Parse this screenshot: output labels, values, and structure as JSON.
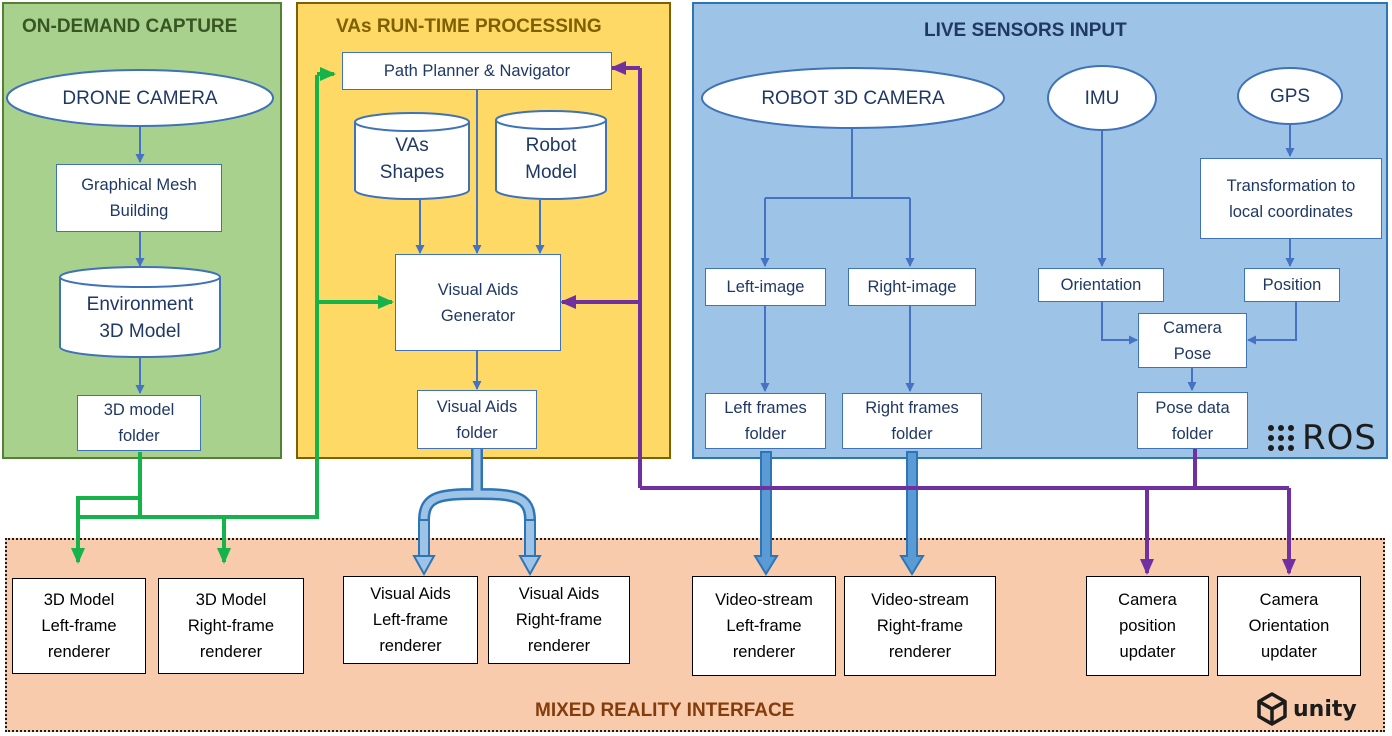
{
  "panels": {
    "on_demand": {
      "title": "ON-DEMAND CAPTURE",
      "fill": "#a9d18e",
      "stroke": "#548235",
      "title_color": "#375623"
    },
    "vas_runtime": {
      "title": "VAs RUN-TIME  PROCESSING",
      "fill": "#ffd966",
      "stroke": "#7f6000",
      "title_color": "#7f6000"
    },
    "live_sensors": {
      "title": "LIVE  SENSORS  INPUT",
      "fill": "#9dc3e6",
      "stroke": "#2e75b6",
      "title_color": "#1f3864"
    },
    "mixed_reality": {
      "title": "MIXED REALITY INTERFACE",
      "fill": "#f8cbad",
      "stroke": "#1c1c1c",
      "title_color": "#843c0c"
    }
  },
  "nodes": {
    "drone_camera": "DRONE CAMERA",
    "mesh_building": [
      "Graphical Mesh",
      "Building"
    ],
    "environment_model": [
      "Environment",
      "3D Model"
    ],
    "model_folder": [
      "3D model",
      "folder"
    ],
    "path_planner": "Path Planner & Navigator",
    "vas_shapes": [
      "VAs",
      "Shapes"
    ],
    "robot_model": [
      "Robot",
      "Model"
    ],
    "va_generator": [
      "Visual Aids",
      "Generator"
    ],
    "va_folder": [
      "Visual Aids",
      "folder"
    ],
    "robot_camera": "ROBOT 3D CAMERA",
    "imu": "IMU",
    "gps": "GPS",
    "transformation": [
      "Transformation to",
      "local coordinates"
    ],
    "left_image": "Left-image",
    "right_image": "Right-image",
    "orientation": "Orientation",
    "position": "Position",
    "camera_pose": [
      "Camera",
      "Pose"
    ],
    "left_frames": [
      "Left frames",
      "folder"
    ],
    "right_frames": [
      "Right frames",
      "folder"
    ],
    "pose_folder": [
      "Pose data",
      "folder"
    ]
  },
  "renderers": {
    "model_left": [
      "3D Model",
      "Left-frame",
      "renderer"
    ],
    "model_right": [
      "3D Model",
      "Right-frame",
      "renderer"
    ],
    "va_left": [
      "Visual Aids",
      "Left-frame",
      "renderer"
    ],
    "va_right": [
      "Visual Aids",
      "Right-frame",
      "renderer"
    ],
    "video_left": [
      "Video-stream",
      "Left-frame",
      "renderer"
    ],
    "video_right": [
      "Video-stream",
      "Right-frame",
      "renderer"
    ],
    "cam_position": [
      "Camera",
      "position",
      "updater"
    ],
    "cam_orientation": [
      "Camera",
      "Orientation",
      "updater"
    ]
  },
  "logos": {
    "ros": "ROS",
    "unity": "unity"
  },
  "colors": {
    "blue_line": "#4472c4",
    "blue_wide": "#5b9bd5",
    "green_line": "#16b24a",
    "purple_line": "#7030a0",
    "node_border": "#3f72b6",
    "node_text": "#1f3864"
  }
}
